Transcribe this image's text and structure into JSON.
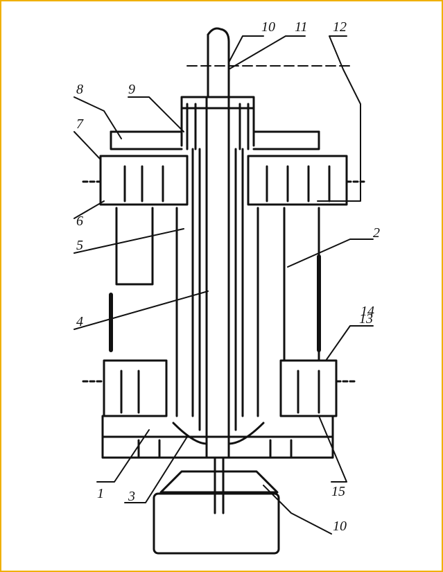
{
  "diagram": {
    "border_color": "#f0b000",
    "line_color": "#111111",
    "labels": {
      "l10_top": "10",
      "l11": "11",
      "l12": "12",
      "l8": "8",
      "l9": "9",
      "l7": "7",
      "l6": "6",
      "l5": "5",
      "l4": "4",
      "l1": "1",
      "l3": "3",
      "l2": "2",
      "l13": "13",
      "l14": "14",
      "l15": "15",
      "l10_bottom": "10"
    }
  }
}
